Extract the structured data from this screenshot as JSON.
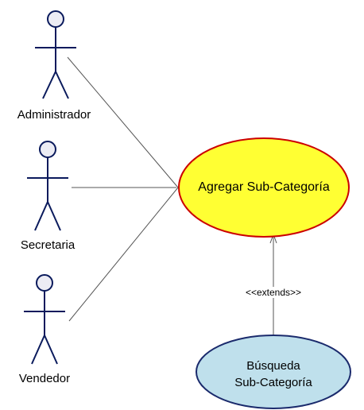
{
  "diagram": {
    "actors": [
      {
        "id": "administrador",
        "label": "Administrador"
      },
      {
        "id": "secretaria",
        "label": "Secretaria"
      },
      {
        "id": "vendedor",
        "label": "Vendedor"
      }
    ],
    "use_cases": {
      "main": {
        "label": "Agregar Sub-Categoría",
        "fill": "#ffff33",
        "stroke": "#cc0000"
      },
      "extension": {
        "line1": "Búsqueda",
        "line2": "Sub-Categoría",
        "fill": "#bfe0ec",
        "stroke": "#1a2a6c"
      }
    },
    "relations": {
      "extends_label": "<<extends>>"
    },
    "colors": {
      "actor_stroke": "#0a1a5c",
      "actor_head_fill": "#ececf4",
      "association_line": "#555555"
    }
  }
}
